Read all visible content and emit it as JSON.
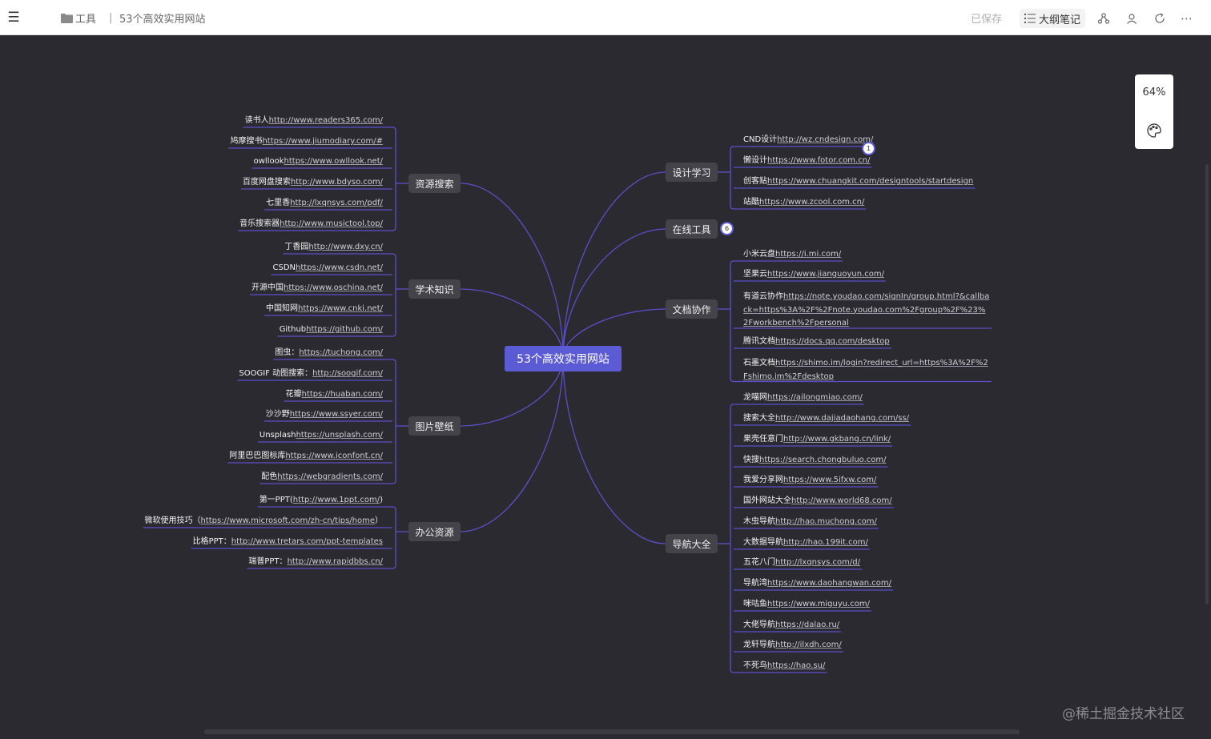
{
  "header": {
    "folder": "工具",
    "separator": "|",
    "title": "53个高效实用网站",
    "saved": "已保存",
    "outline_button": "大纲笔记"
  },
  "zoom": "64%",
  "mindmap": {
    "root": "53个高效实用网站",
    "branches": [
      {
        "label": "资源搜索",
        "items": [
          {
            "name": "读书人",
            "url": "http://www.readers365.com/"
          },
          {
            "name": "鸠摩搜书",
            "url": "https://www.jiumodiary.com/#"
          },
          {
            "name": "owllook",
            "url": "https://www.owllook.net/"
          },
          {
            "name": "百度网盘搜索",
            "url": "http://www.bdyso.com/"
          },
          {
            "name": "七里香",
            "url": "http://lxqnsys.com/pdf/"
          },
          {
            "name": "音乐搜索器",
            "url": "http://www.musictool.top/"
          }
        ]
      },
      {
        "label": "学术知识",
        "items": [
          {
            "name": "丁香园",
            "url": "http://www.dxy.cn/"
          },
          {
            "name": "CSDN",
            "url": "https://www.csdn.net/"
          },
          {
            "name": "开源中国",
            "url": "https://www.oschina.net/"
          },
          {
            "name": "中国知网",
            "url": "https://www.cnki.net/"
          },
          {
            "name": "Github",
            "url": "https://github.com/"
          }
        ]
      },
      {
        "label": "图片壁纸",
        "items": [
          {
            "name": "图虫：",
            "url": "https://tuchong.com/"
          },
          {
            "name": "SOOGIF 动图搜索：",
            "url": "http://soogif.com/"
          },
          {
            "name": "花瓣",
            "url": "https://huaban.com/"
          },
          {
            "name": "沙沙野",
            "url": "https://www.ssyer.com/"
          },
          {
            "name": "Unsplash",
            "url": "https://unsplash.com/"
          },
          {
            "name": "阿里巴巴图标库",
            "url": "https://www.iconfont.cn/"
          },
          {
            "name": "配色",
            "url": "https://webgradients.com/"
          }
        ]
      },
      {
        "label": "办公资源",
        "items": [
          {
            "name": "第一PPT(",
            "url": "http://www.1ppt.com/",
            "suffix": ")"
          },
          {
            "name": "微软使用技巧（",
            "url": "https://www.microsoft.com/zh-cn/tips/home",
            "suffix": "）"
          },
          {
            "name": "比格PPT：",
            "url": "http://www.tretars.com/ppt-templates"
          },
          {
            "name": "瑞普PPT：",
            "url": "http://www.rapidbbs.cn/"
          }
        ]
      },
      {
        "label": "设计学习",
        "items": [
          {
            "name": "CND设计",
            "url": "http://wz.cndesign.com/"
          },
          {
            "name": "懒设计",
            "url": "https://www.fotor.com.cn/"
          },
          {
            "name": "创客贴",
            "url": "https://www.chuangkit.com/designtools/startdesign"
          },
          {
            "name": "站酷",
            "url": "https://www.zcool.com.cn/"
          }
        ]
      },
      {
        "label": "在线工具",
        "badge": "6",
        "items": []
      },
      {
        "label": "文档协作",
        "items": [
          {
            "name": "小米云盘",
            "url": "https://i.mi.com/"
          },
          {
            "name": "坚果云",
            "url": "https://www.jianguoyun.com/"
          },
          {
            "name": "有道云协作",
            "url": "https://note.youdao.com/signIn/group.html?&callback=https%3A%2F%2Fnote.youdao.com%2Fgroup%2F%23%2Fworkbench%2Fpersonal"
          },
          {
            "name": "腾讯文档",
            "url": "https://docs.qq.com/desktop"
          },
          {
            "name": "石墨文档",
            "url": "https://shimo.im/login?redirect_url=https%3A%2F%2Fshimo.im%2Fdesktop"
          }
        ]
      },
      {
        "label": "导航大全",
        "items": [
          {
            "name": "龙喵网",
            "url": "https://ailongmiao.com/"
          },
          {
            "name": "搜索大全",
            "url": "http://www.dajiadaohang.com/ss/"
          },
          {
            "name": "果壳任意门",
            "url": "http://www.gkbang.cn/link/"
          },
          {
            "name": "快搜",
            "url": "https://search.chongbuluo.com/"
          },
          {
            "name": "我爱分享网",
            "url": "https://www.5ifxw.com/"
          },
          {
            "name": "国外网站大全",
            "url": "http://www.world68.com/"
          },
          {
            "name": "木虫导航",
            "url": "http://hao.muchong.com/"
          },
          {
            "name": "大数据导航",
            "url": "http://hao.199it.com/"
          },
          {
            "name": "五花八门",
            "url": "http://lxqnsys.com/d/"
          },
          {
            "name": "导航湾",
            "url": "https://www.daohangwan.com/"
          },
          {
            "name": "咪咕鱼",
            "url": "https://www.miguyu.com/"
          },
          {
            "name": "大佬导航",
            "url": "https://dalao.ru/"
          },
          {
            "name": "龙轩导航",
            "url": "http://ilxdh.com/"
          },
          {
            "name": "不死鸟",
            "url": "https://hao.su/"
          }
        ]
      }
    ],
    "design_badge": "1"
  },
  "watermark": "@稀土掘金技术社区",
  "colors": {
    "canvas": "#2b2a30",
    "accent": "#5b5bd6",
    "line": "#5a4fc8",
    "node": "#44434a"
  },
  "icons": [
    "menu-icon",
    "folder-icon",
    "outline-list-icon",
    "share-icon",
    "collaborator-icon",
    "refresh-icon",
    "more-icon",
    "palette-icon"
  ]
}
